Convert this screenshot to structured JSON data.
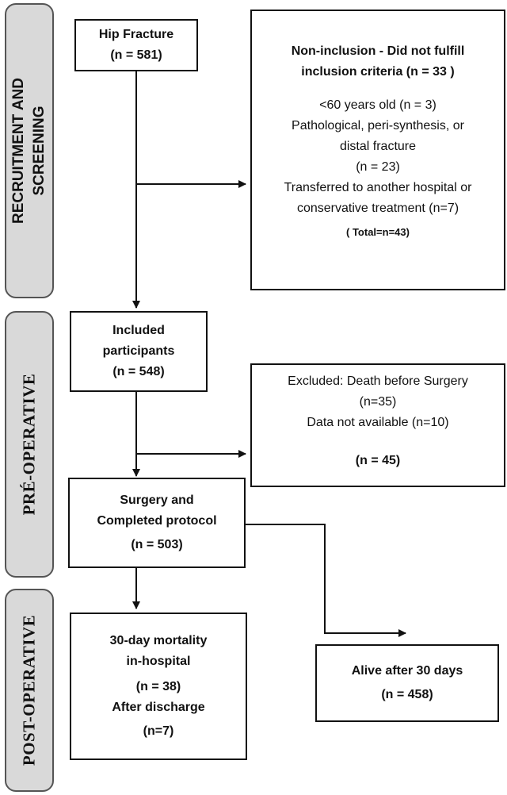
{
  "phases": {
    "recruitment": [
      "RECRUITMENT AND",
      "SCREENING"
    ],
    "pre": "PRÉ-OPERATIVE",
    "post": "POST-OPERATIVE"
  },
  "boxes": {
    "hip_fracture": {
      "title": "Hip Fracture",
      "n": "(n = 581)"
    },
    "non_inclusion": {
      "title": [
        "Non-inclusion - Did not fulfill",
        "inclusion criteria (n = 33 )"
      ],
      "lines": [
        "<60 years old (n = 3)",
        "Pathological, peri-synthesis, or",
        "distal fracture",
        "(n = 23)",
        "Transferred to another hospital or",
        "conservative treatment (n=7)"
      ],
      "total": "( Total=n=43)"
    },
    "included": {
      "title": [
        "Included",
        "participants"
      ],
      "n": "(n = 548)"
    },
    "excluded": {
      "lines": [
        "Excluded: Death before Surgery",
        "(n=35)",
        "Data not available (n=10)"
      ],
      "n": "(n = 45)"
    },
    "surgery": {
      "title": [
        "Surgery and",
        "Completed protocol"
      ],
      "n": "(n = 503)"
    },
    "mortality": {
      "lines": [
        "30-day mortality",
        "in-hospital",
        "(n = 38)",
        "After discharge",
        "(n=7)"
      ]
    },
    "alive": {
      "title": "Alive after 30 days",
      "n": "(n = 458)"
    }
  }
}
